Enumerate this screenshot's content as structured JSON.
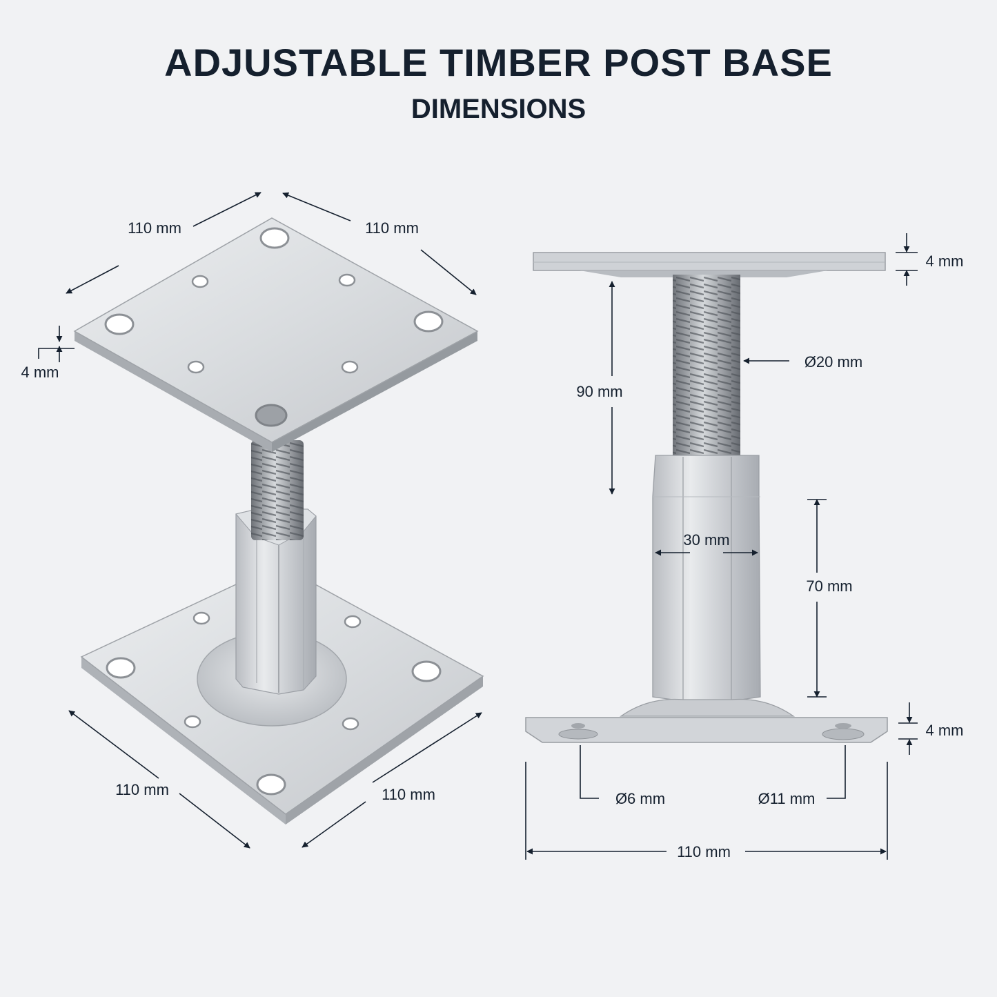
{
  "title": "ADJUSTABLE TIMBER POST BASE",
  "subtitle": "DIMENSIONS",
  "colors": {
    "background": "#f1f2f4",
    "text": "#15202e",
    "steel_light": "#e2e4e7",
    "steel_mid": "#c6c9ce",
    "steel_dark": "#8d9197"
  },
  "left_view": {
    "top_plate_width_left": "110 mm",
    "top_plate_width_right": "110 mm",
    "top_plate_thickness": "4 mm",
    "bottom_plate_width_left": "110 mm",
    "bottom_plate_width_right": "110 mm"
  },
  "right_view": {
    "top_plate_thickness": "4 mm",
    "rod_diameter": "Ø20 mm",
    "rod_length": "90 mm",
    "hex_width": "30 mm",
    "hex_height": "70 mm",
    "bottom_plate_thickness": "4 mm",
    "small_hole": "Ø6 mm",
    "large_hole": "Ø11 mm",
    "plate_width": "110 mm"
  }
}
